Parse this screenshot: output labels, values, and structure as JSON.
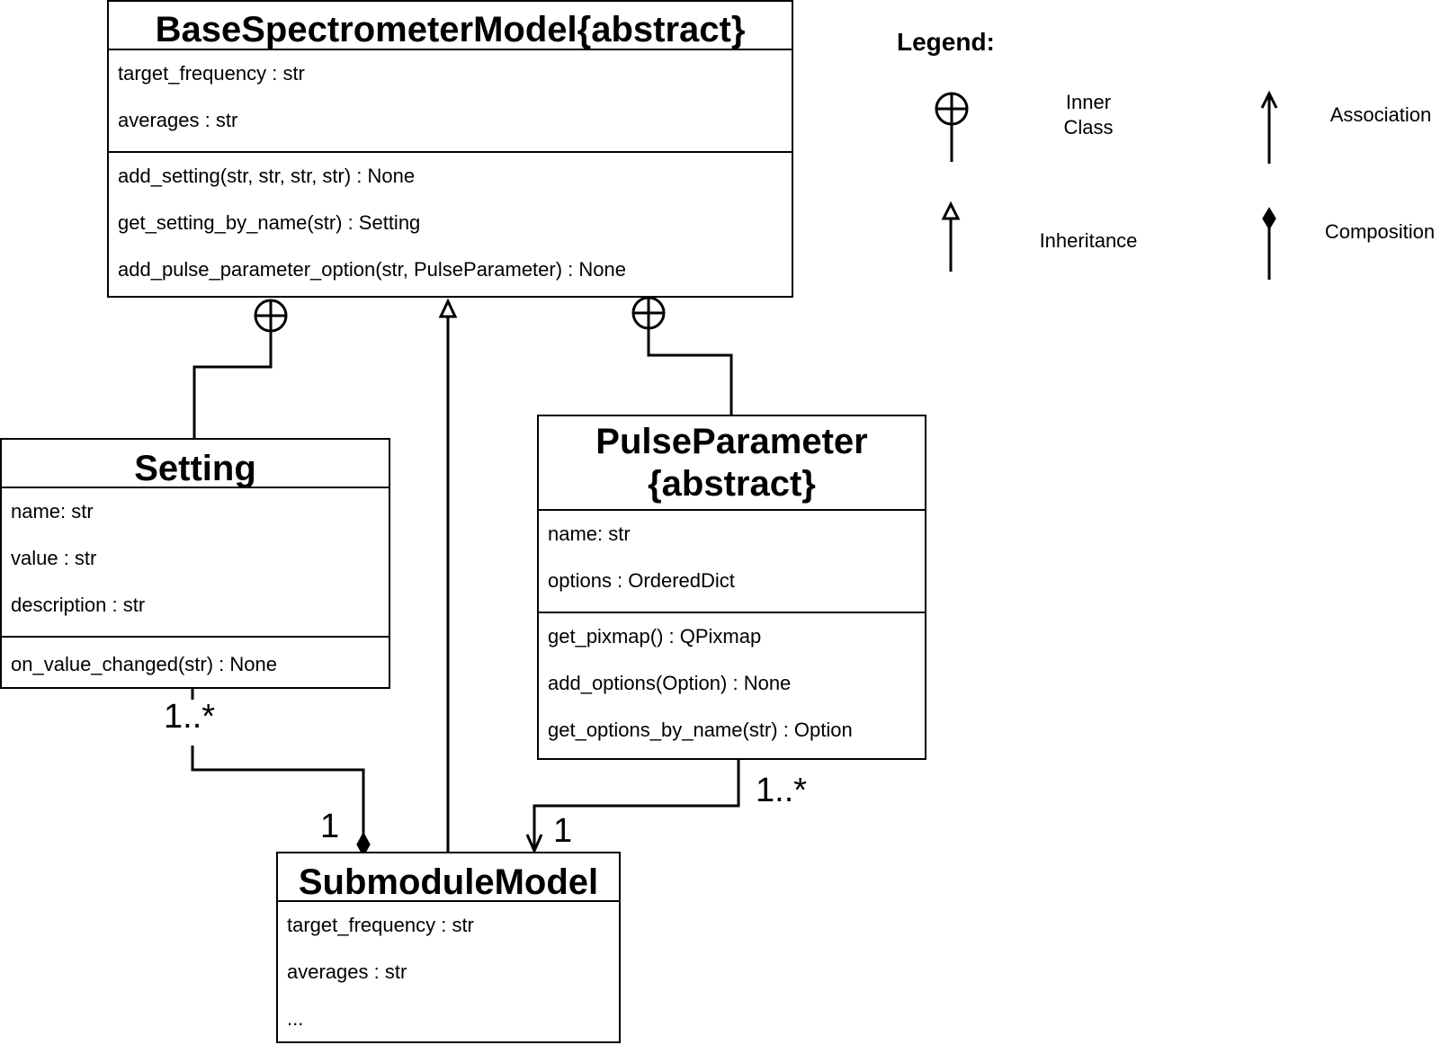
{
  "classes": {
    "base": {
      "title": "BaseSpectrometerModel{abstract}",
      "attributes": [
        "target_frequency : str",
        "averages : str"
      ],
      "methods": [
        "add_setting(str, str, str, str) : None",
        "get_setting_by_name(str) : Setting",
        "add_pulse_parameter_option(str, PulseParameter) : None"
      ]
    },
    "setting": {
      "title": "Setting",
      "attributes": [
        "name: str",
        "value : str",
        "description : str"
      ],
      "methods": [
        "on_value_changed(str) : None"
      ]
    },
    "pulse": {
      "title_line1": "PulseParameter",
      "title_line2": "{abstract}",
      "attributes": [
        "name: str",
        "options : OrderedDict"
      ],
      "methods": [
        "get_pixmap() : QPixmap",
        "add_options(Option) : None",
        "get_options_by_name(str) : Option"
      ]
    },
    "submodule": {
      "title": "SubmoduleModel",
      "attributes": [
        "target_frequency : str",
        "averages : str",
        "..."
      ]
    }
  },
  "multiplicities": {
    "setting_end": "1..*",
    "setting_submodule_end": "1",
    "pulse_end": "1..*",
    "pulse_submodule_end": "1"
  },
  "legend": {
    "title": "Legend:",
    "inner_class": "Inner\nClass",
    "association": "Association",
    "inheritance": "Inheritance",
    "composition": "Composition"
  }
}
